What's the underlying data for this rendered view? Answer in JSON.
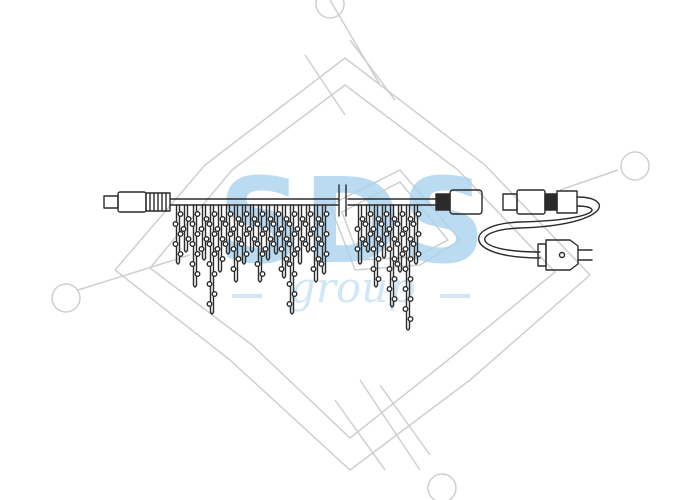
{
  "watermark": {
    "brand": "SDS",
    "script": "group"
  },
  "colors": {
    "background": "#ffffff",
    "line": "#2b2b2b",
    "watermark_lines": "#cfcfcf",
    "watermark_brand": "#a9d3ef",
    "watermark_script": "#c7e2f4"
  },
  "icons": [
    "male-connector-icon",
    "female-connector-icon",
    "power-plug-icon",
    "led-icicle-strands"
  ]
}
